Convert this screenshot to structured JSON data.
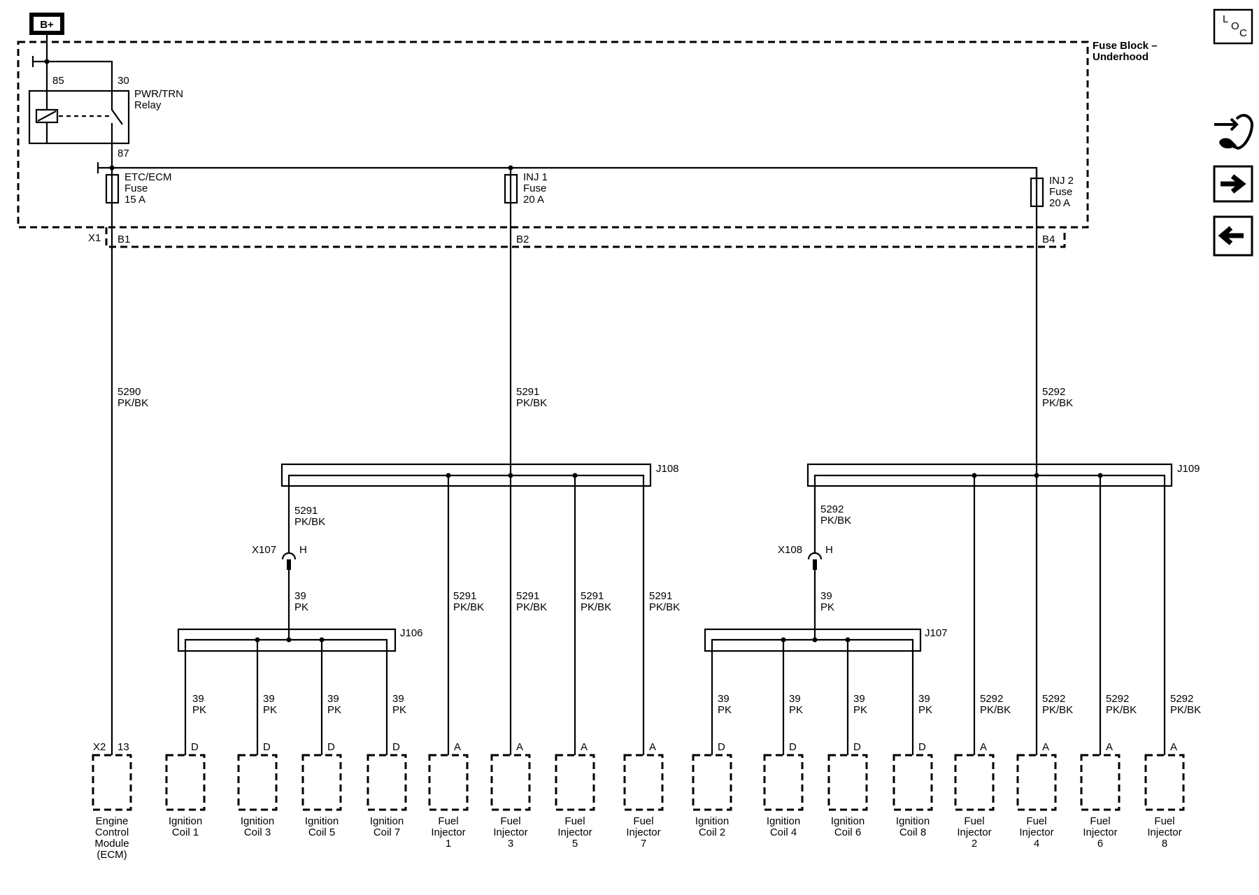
{
  "badge_bplus": "B+",
  "fuse_block_title": [
    "Fuse Block –",
    "Underhood"
  ],
  "relay": {
    "pin85": "85",
    "pin30": "30",
    "pin87": "87",
    "label": [
      "PWR/TRN",
      "Relay"
    ]
  },
  "fuses": [
    {
      "lines": [
        "ETC/ECM",
        "Fuse",
        "15 A"
      ],
      "pin": "B1"
    },
    {
      "lines": [
        "INJ 1",
        "Fuse",
        "20 A"
      ],
      "pin": "B2"
    },
    {
      "lines": [
        "INJ 2",
        "Fuse",
        "20 A"
      ],
      "pin": "B4"
    }
  ],
  "fuse_connector": "X1",
  "feed_wires": [
    {
      "circuit": "5290",
      "color": "PK/BK"
    },
    {
      "circuit": "5291",
      "color": "PK/BK"
    },
    {
      "circuit": "5292",
      "color": "PK/BK"
    }
  ],
  "splices": {
    "j108": "J108",
    "j109": "J109",
    "j106": "J106",
    "j107": "J107"
  },
  "inline_connectors": [
    {
      "id": "X107",
      "pin": "H",
      "circuit_in": "5291",
      "color_in": "PK/BK",
      "circuit_out": "39",
      "color_out": "PK"
    },
    {
      "id": "X108",
      "pin": "H",
      "circuit_in": "5292",
      "color_in": "PK/BK",
      "circuit_out": "39",
      "color_out": "PK"
    }
  ],
  "branch_wires": [
    {
      "circuit": "5291",
      "color": "PK/BK"
    },
    {
      "circuit": "5291",
      "color": "PK/BK"
    },
    {
      "circuit": "5291",
      "color": "PK/BK"
    },
    {
      "circuit": "5291",
      "color": "PK/BK"
    }
  ],
  "coil_wires": {
    "circuit": "39",
    "color": "PK"
  },
  "right_injector_wires": {
    "circuit": "5292",
    "color": "PK/BK"
  },
  "ecm_connector": {
    "id": "X2",
    "pin": "13"
  },
  "components": [
    {
      "pin": "",
      "lines": [
        "Engine",
        "Control",
        "Module",
        "(ECM)"
      ]
    },
    {
      "pin": "D",
      "lines": [
        "Ignition",
        "Coil 1"
      ]
    },
    {
      "pin": "D",
      "lines": [
        "Ignition",
        "Coil 3"
      ]
    },
    {
      "pin": "D",
      "lines": [
        "Ignition",
        "Coil 5"
      ]
    },
    {
      "pin": "D",
      "lines": [
        "Ignition",
        "Coil 7"
      ]
    },
    {
      "pin": "A",
      "lines": [
        "Fuel",
        "Injector",
        "1"
      ]
    },
    {
      "pin": "A",
      "lines": [
        "Fuel",
        "Injector",
        "3"
      ]
    },
    {
      "pin": "A",
      "lines": [
        "Fuel",
        "Injector",
        "5"
      ]
    },
    {
      "pin": "A",
      "lines": [
        "Fuel",
        "Injector",
        "7"
      ]
    },
    {
      "pin": "D",
      "lines": [
        "Ignition",
        "Coil 2"
      ]
    },
    {
      "pin": "D",
      "lines": [
        "Ignition",
        "Coil 4"
      ]
    },
    {
      "pin": "D",
      "lines": [
        "Ignition",
        "Coil 6"
      ]
    },
    {
      "pin": "D",
      "lines": [
        "Ignition",
        "Coil 8"
      ]
    },
    {
      "pin": "A",
      "lines": [
        "Fuel",
        "Injector",
        "2"
      ]
    },
    {
      "pin": "A",
      "lines": [
        "Fuel",
        "Injector",
        "4"
      ]
    },
    {
      "pin": "A",
      "lines": [
        "Fuel",
        "Injector",
        "6"
      ]
    },
    {
      "pin": "A",
      "lines": [
        "Fuel",
        "Injector",
        "8"
      ]
    }
  ],
  "side_nav": {
    "loc_letters": [
      "L",
      "O",
      "C"
    ],
    "icons": [
      "connector-view-icon",
      "next-page-icon",
      "previous-page-icon"
    ]
  }
}
